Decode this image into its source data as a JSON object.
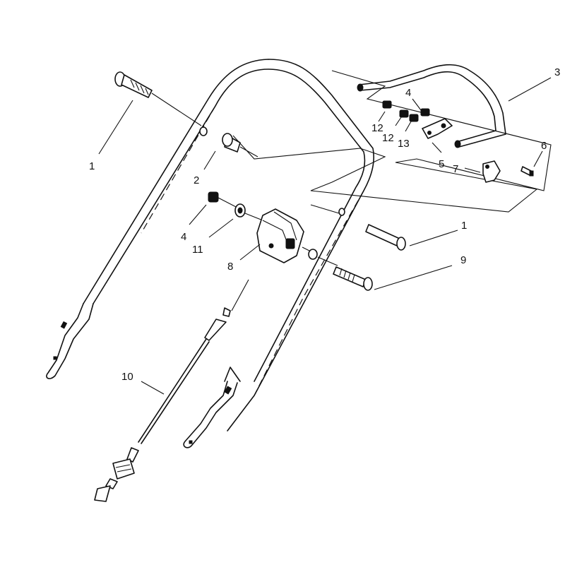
{
  "diagram": {
    "colors": {
      "ink": "#111111",
      "background": "#ffffff"
    },
    "callouts": [
      {
        "id": "c1a",
        "text": "1"
      },
      {
        "id": "c2",
        "text": "2"
      },
      {
        "id": "c3",
        "text": "3"
      },
      {
        "id": "c4a",
        "text": "4"
      },
      {
        "id": "c12a",
        "text": "12"
      },
      {
        "id": "c12b",
        "text": "12"
      },
      {
        "id": "c13",
        "text": "13"
      },
      {
        "id": "c5",
        "text": "5"
      },
      {
        "id": "c7",
        "text": "7"
      },
      {
        "id": "c6",
        "text": "6"
      },
      {
        "id": "c1b",
        "text": "1"
      },
      {
        "id": "c4b",
        "text": "4"
      },
      {
        "id": "c11",
        "text": "11"
      },
      {
        "id": "c8",
        "text": "8"
      },
      {
        "id": "c9",
        "text": "9"
      },
      {
        "id": "c10",
        "text": "10"
      }
    ]
  }
}
